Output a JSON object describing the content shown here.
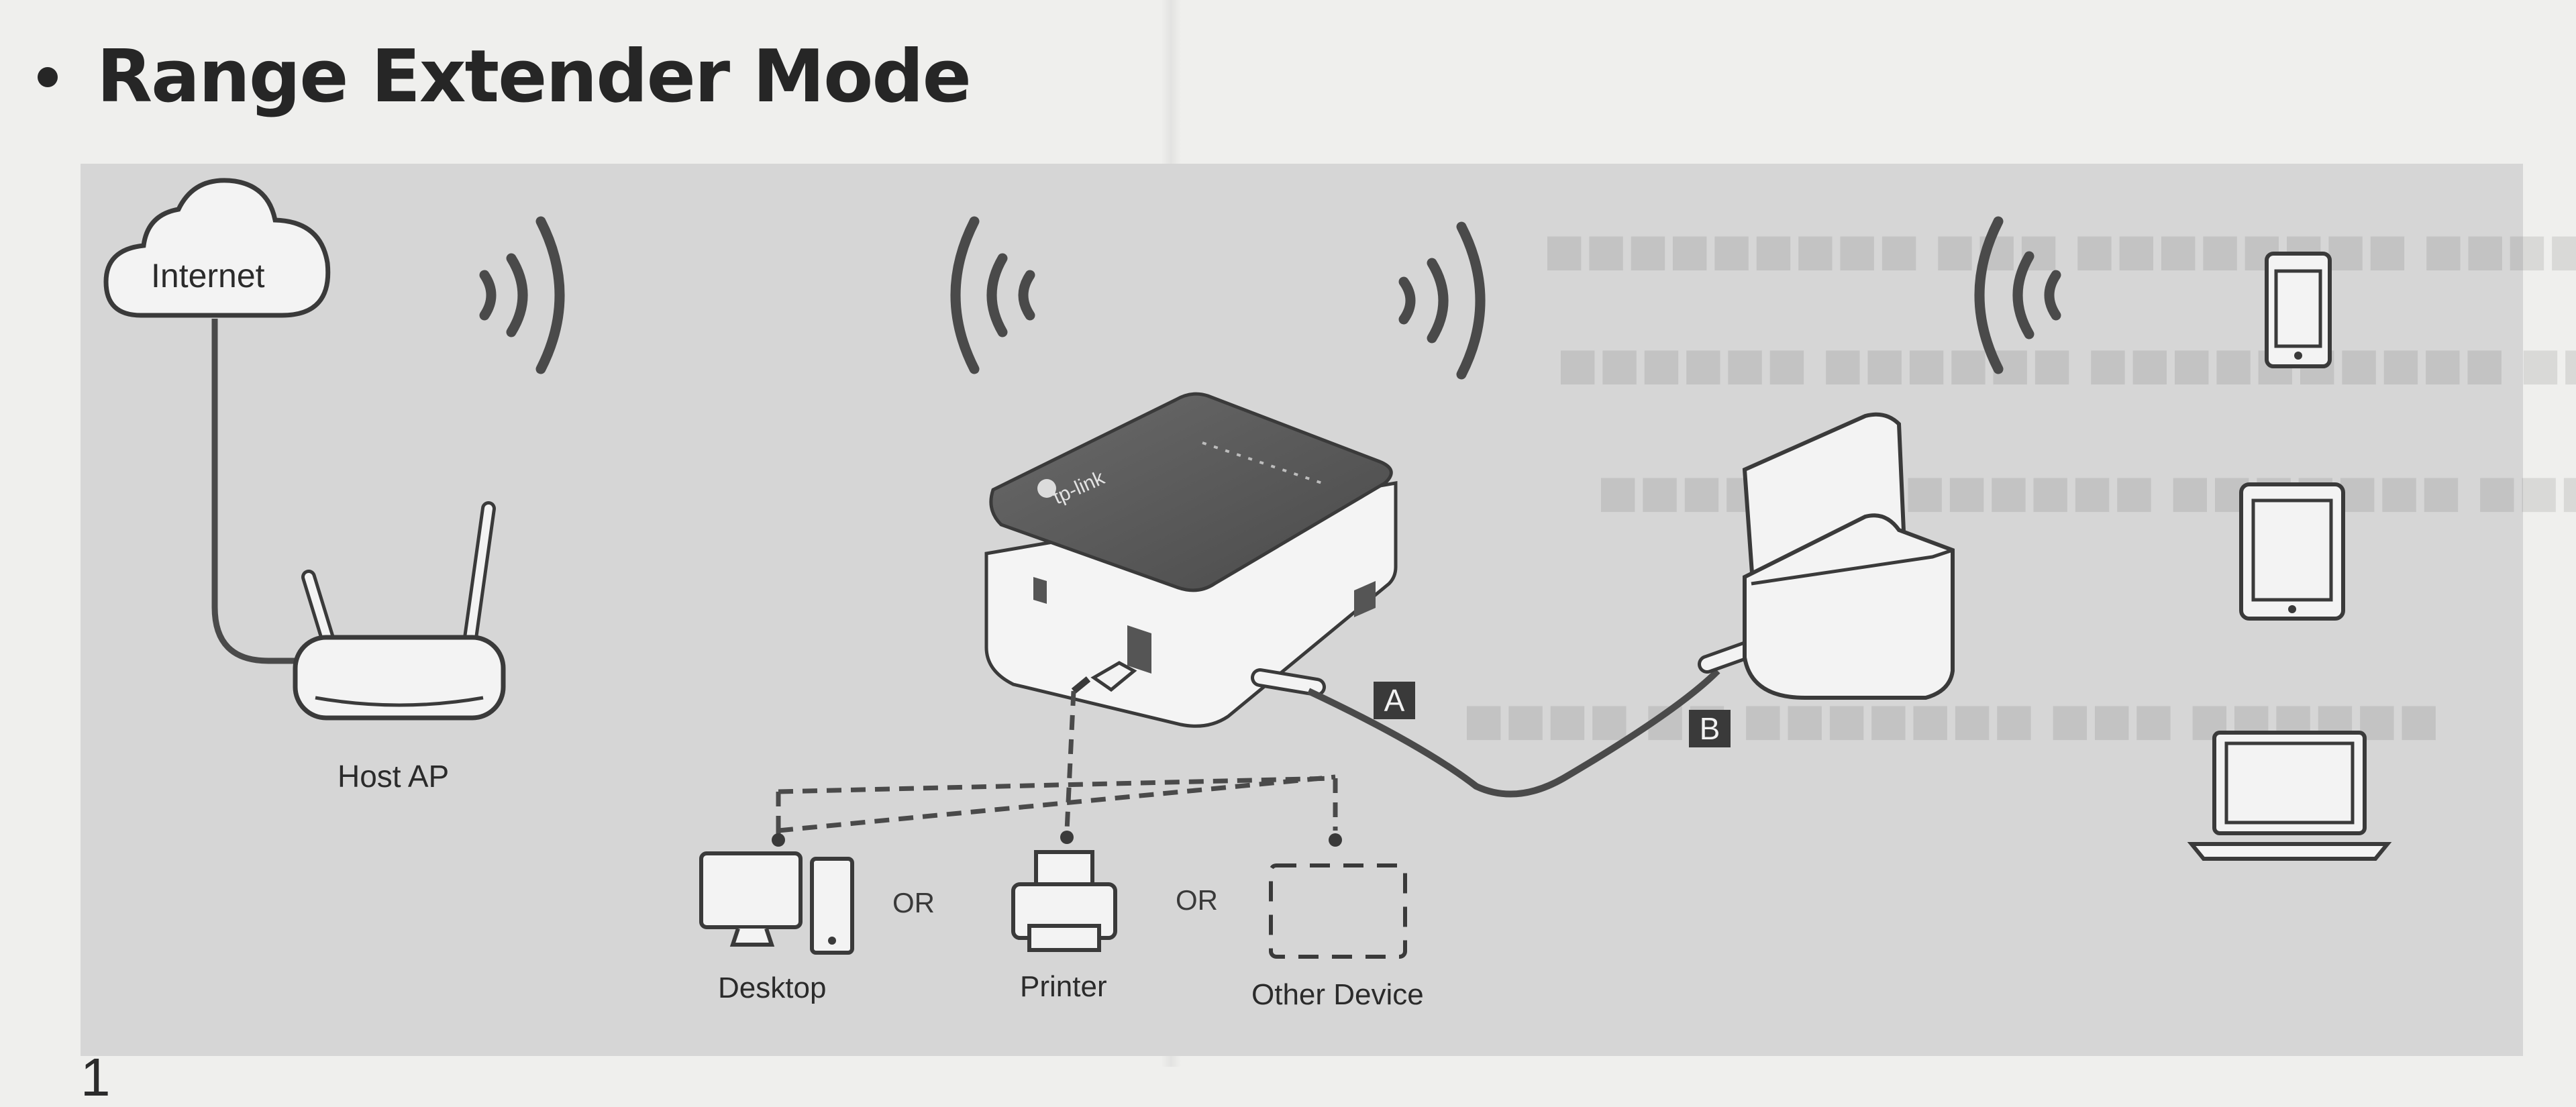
{
  "heading": {
    "bullet": "•",
    "title": "Range Extender Mode"
  },
  "diagram": {
    "cloud_label": "Internet",
    "router_label": "Host AP",
    "connection_a": "A",
    "connection_b": "B",
    "or_1": "OR",
    "or_2": "OR",
    "devices": {
      "desktop": "Desktop",
      "printer": "Printer",
      "other": "Other Device"
    },
    "brand": "tp-link"
  },
  "footer": {
    "step_number": "1"
  },
  "icons": [
    "cloud-icon",
    "router-icon",
    "wifi-waves-icon",
    "travel-router-icon",
    "power-adapter-icon",
    "usb-cable-icon",
    "ethernet-cable-icon",
    "desktop-icon",
    "printer-icon",
    "other-device-icon",
    "smartphone-icon",
    "tablet-icon",
    "laptop-icon"
  ],
  "colors": {
    "panel": "#d6d6d6",
    "line": "#4a4a4a",
    "ink": "#262626"
  }
}
